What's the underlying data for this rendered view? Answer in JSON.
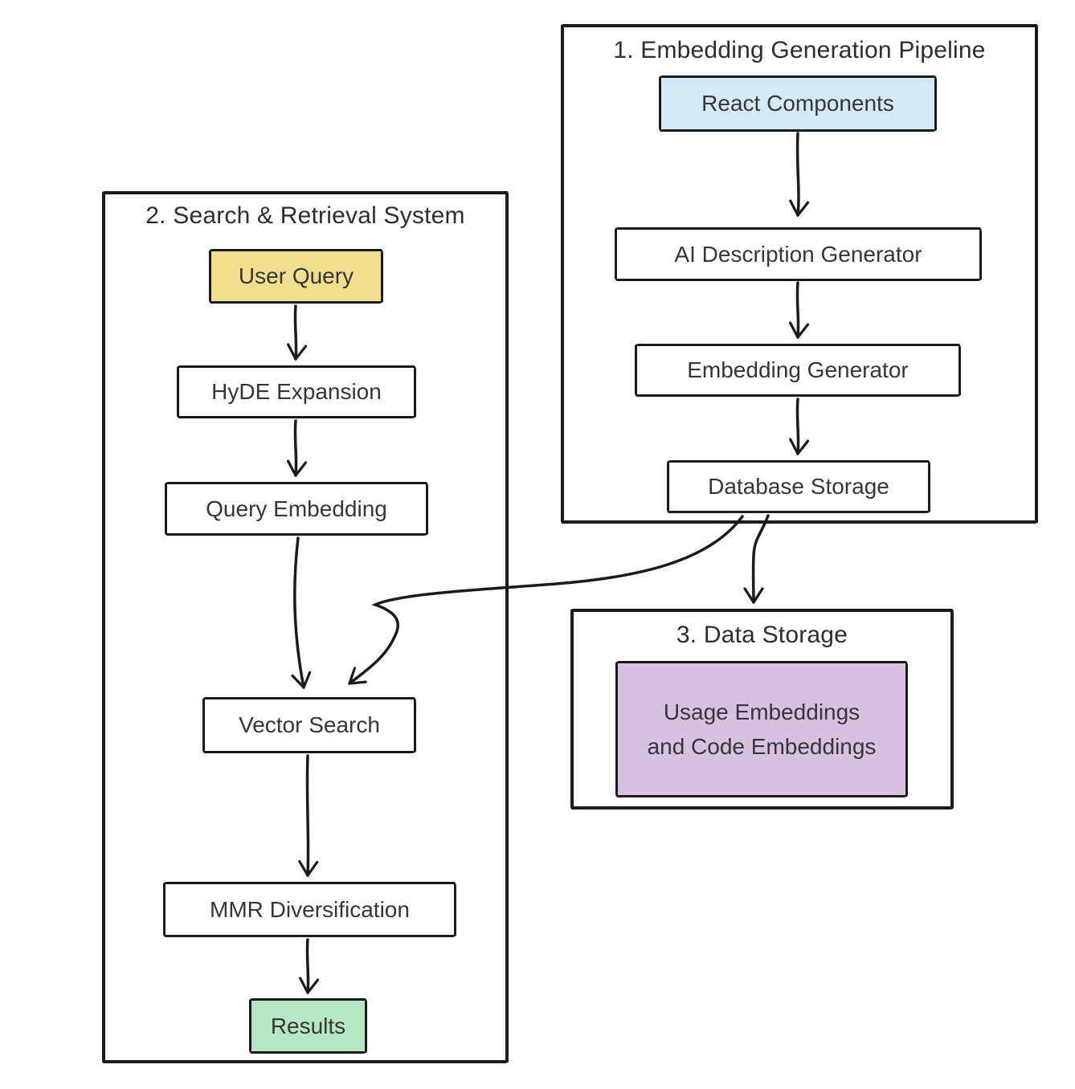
{
  "groups": {
    "pipeline": {
      "title": "1. Embedding Generation Pipeline"
    },
    "search": {
      "title": "2. Search & Retrieval System"
    },
    "storage": {
      "title": "3. Data Storage"
    }
  },
  "nodes": {
    "react_components": {
      "label": "React Components",
      "fill": "#d4ebf6"
    },
    "ai_description_generator": {
      "label": "AI Description Generator",
      "fill": "#ffffff"
    },
    "embedding_generator": {
      "label": "Embedding Generator",
      "fill": "#ffffff"
    },
    "database_storage": {
      "label": "Database Storage",
      "fill": "#ffffff"
    },
    "user_query": {
      "label": "User Query",
      "fill": "#f1de8e"
    },
    "hyde_expansion": {
      "label": "HyDE Expansion",
      "fill": "#ffffff"
    },
    "query_embedding": {
      "label": "Query Embedding",
      "fill": "#ffffff"
    },
    "vector_search": {
      "label": "Vector Search",
      "fill": "#ffffff"
    },
    "mmr_diversification": {
      "label": "MMR Diversification",
      "fill": "#ffffff"
    },
    "results": {
      "label": "Results",
      "fill": "#b7e6c5"
    },
    "usage_code_embeddings": {
      "label": "Usage Embeddings and Code Embeddings",
      "lines": [
        "Usage Embeddings",
        "and Code Embeddings"
      ],
      "fill": "#d7c1e2"
    }
  },
  "edges": [
    {
      "from": "react_components",
      "to": "ai_description_generator"
    },
    {
      "from": "ai_description_generator",
      "to": "embedding_generator"
    },
    {
      "from": "embedding_generator",
      "to": "database_storage"
    },
    {
      "from": "user_query",
      "to": "hyde_expansion"
    },
    {
      "from": "hyde_expansion",
      "to": "query_embedding"
    },
    {
      "from": "query_embedding",
      "to": "vector_search"
    },
    {
      "from": "vector_search",
      "to": "mmr_diversification"
    },
    {
      "from": "mmr_diversification",
      "to": "results"
    },
    {
      "from": "database_storage",
      "to": "data_storage_group"
    },
    {
      "from": "database_storage",
      "to": "vector_search"
    }
  ],
  "colors": {
    "stroke": "#1b1b1b",
    "text": "#363636",
    "background": "#ffffff",
    "node_blue": "#d4ebf6",
    "node_yellow": "#f1de8e",
    "node_green": "#b7e6c5",
    "node_purple": "#d7c1e2"
  }
}
